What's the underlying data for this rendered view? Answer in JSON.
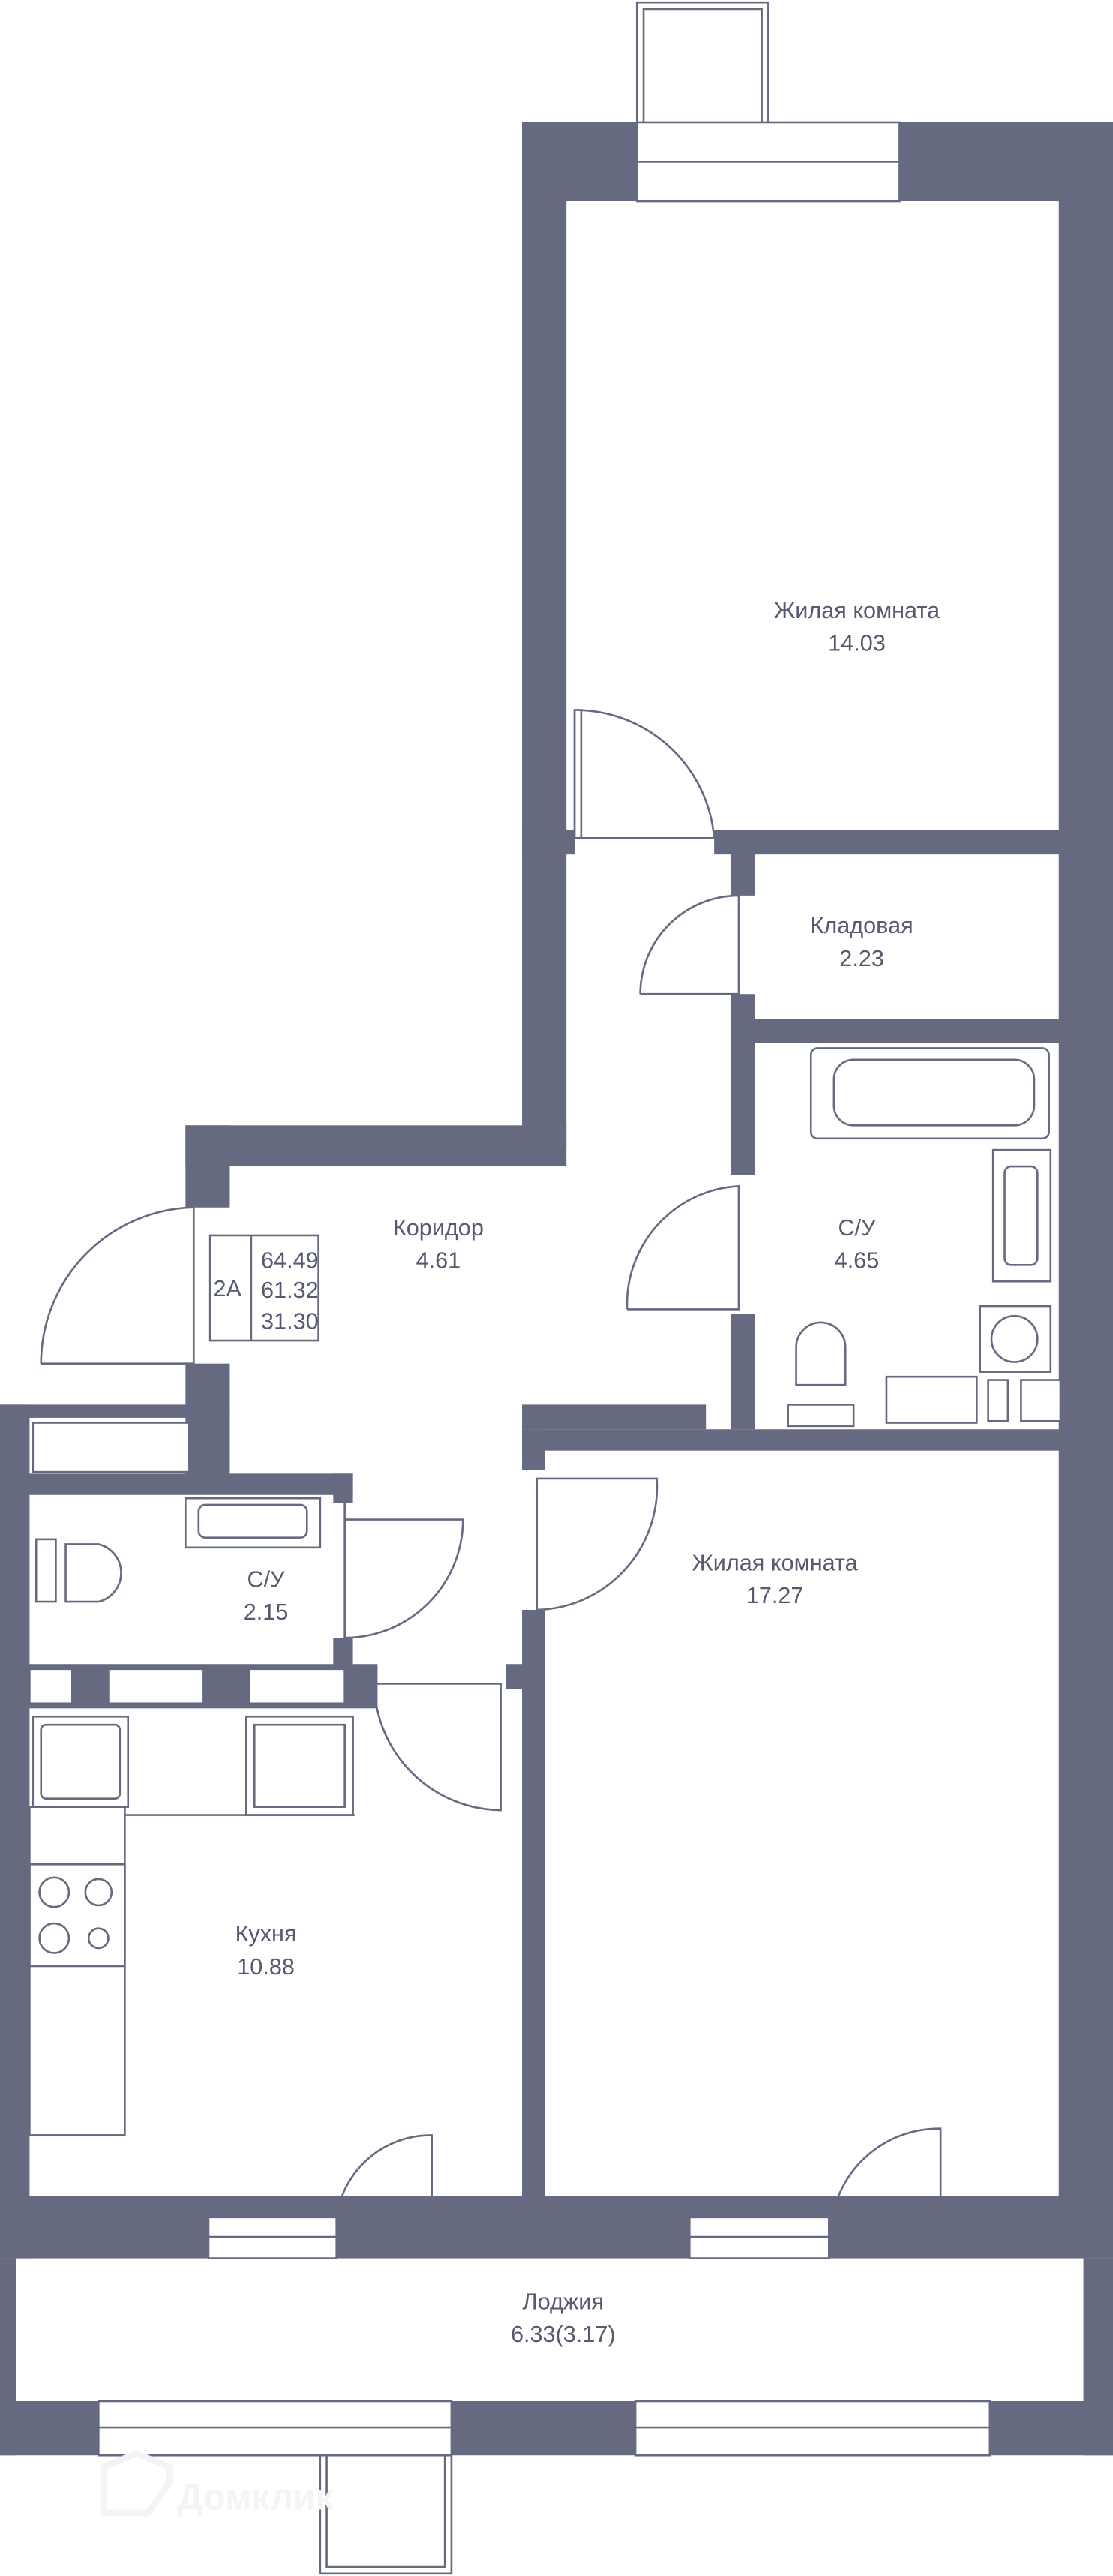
{
  "plan": {
    "rooms": [
      {
        "name": "Жилая комната",
        "area": "14.03"
      },
      {
        "name": "Кладовая",
        "area": "2.23"
      },
      {
        "name": "Коридор",
        "area": "4.61"
      },
      {
        "name": "С/У",
        "area": "4.65"
      },
      {
        "name": "С/У",
        "area": "2.15"
      },
      {
        "name": "Жилая комната",
        "area": "17.27"
      },
      {
        "name": "Кухня",
        "area": "10.88"
      },
      {
        "name": "Лоджия",
        "area": "6.33(3.17)"
      }
    ],
    "info_box": {
      "type": "2A",
      "total_area": "64.49",
      "living_area_incl": "61.32",
      "living_area": "31.30"
    },
    "watermark": "Домклик",
    "colors": {
      "wall": "#666a80",
      "text": "#555a70"
    }
  }
}
